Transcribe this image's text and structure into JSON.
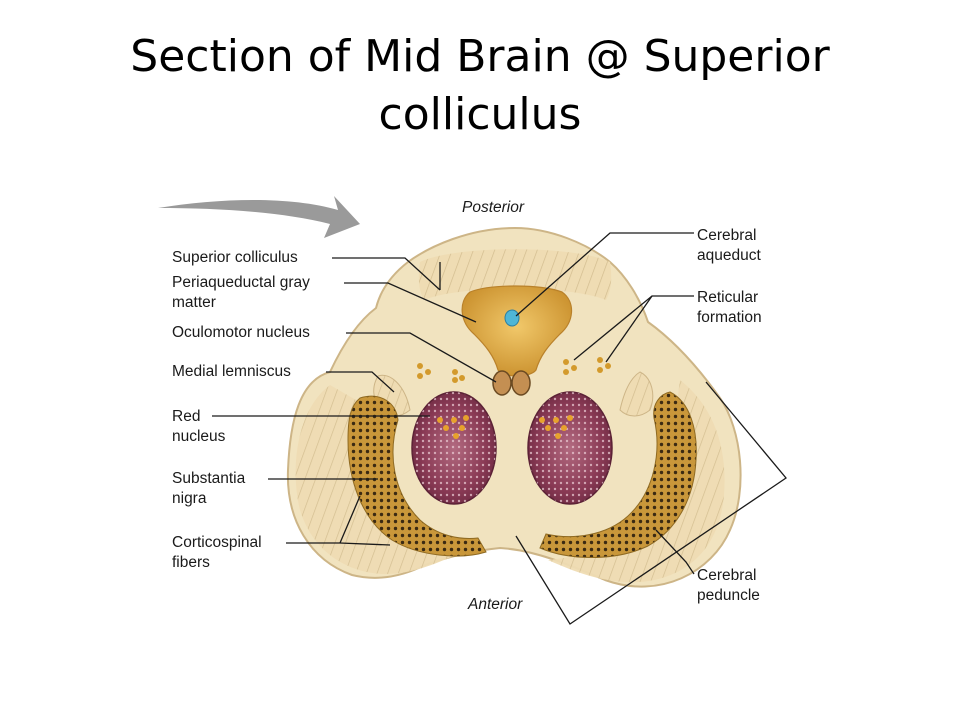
{
  "title": {
    "line1": "Section of Mid Brain @ Superior",
    "line2": "colliculus"
  },
  "orientation": {
    "top": "Posterior",
    "bottom": "Anterior"
  },
  "labels": {
    "superior_colliculus": "Superior colliculus",
    "periaqueductal_line1": "Periaqueductal gray",
    "periaqueductal_line2": "matter",
    "oculomotor_nucleus": "Oculomotor nucleus",
    "medial_lemniscus": "Medial lemniscus",
    "red_nucleus_line1": "Red",
    "red_nucleus_line2": "nucleus",
    "substantia_line1": "Substantia",
    "substantia_line2": "nigra",
    "corticospinal_line1": "Corticospinal",
    "corticospinal_line2": "fibers",
    "cerebral_aqueduct_line1": "Cerebral",
    "cerebral_aqueduct_line2": "aqueduct",
    "reticular_line1": "Reticular",
    "reticular_line2": "formation",
    "cerebral_peduncle_line1": "Cerebral",
    "cerebral_peduncle_line2": "peduncle"
  },
  "colors": {
    "tissue": "#f1e3bf",
    "tissue_edge": "#cdb587",
    "gray_matter": "#d9a84a",
    "aqueduct": "#4fb6d6",
    "red_nucleus": "#8a3a55",
    "substantia_nigra": "#b8862e",
    "arrow": "#9a9a9a"
  }
}
